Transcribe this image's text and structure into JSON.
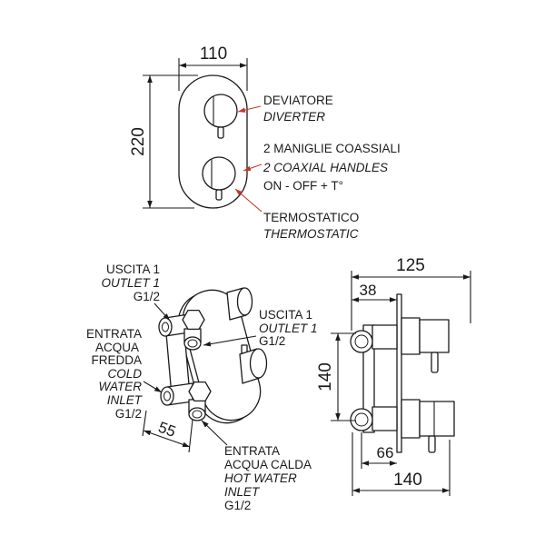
{
  "diagram": {
    "front_view": {
      "dim_width": "110",
      "dim_height": "220",
      "diverter": {
        "it": "DEVIATORE",
        "en": "DIVERTER"
      },
      "handles": {
        "it": "2 MANIGLIE COASSIALI",
        "en": "2 COAXIAL HANDLES",
        "function": "ON - OFF + T°"
      },
      "thermostatic": {
        "it": "TERMOSTATICO",
        "en": "THERMOSTATIC"
      }
    },
    "iso_view": {
      "outlet_left": {
        "it": "USCITA 1",
        "en": "OUTLET 1",
        "thread": "G1/2"
      },
      "cold_inlet": {
        "it": [
          "ENTRATA",
          "ACQUA",
          "FREDDA"
        ],
        "en": [
          "COLD",
          "WATER",
          "INLET"
        ],
        "thread": "G1/2"
      },
      "dim_connection": "55",
      "outlet_right": {
        "it": "USCITA 1",
        "en": "OUTLET 1",
        "thread": "G1/2"
      },
      "hot_inlet": {
        "it": [
          "ENTRATA",
          "ACQUA CALDA"
        ],
        "en": [
          "HOT WATER",
          "INLET"
        ],
        "thread": "G1/2"
      }
    },
    "side_view": {
      "dim_overall_depth": "125",
      "dim_plate_offset": "38",
      "dim_inlet_spacing": "140",
      "dim_body_depth": "66",
      "dim_bottom_width": "140"
    }
  },
  "colors": {
    "line": "#1a1a1a",
    "callout_arrow": "#c0392b",
    "background": "#ffffff"
  }
}
